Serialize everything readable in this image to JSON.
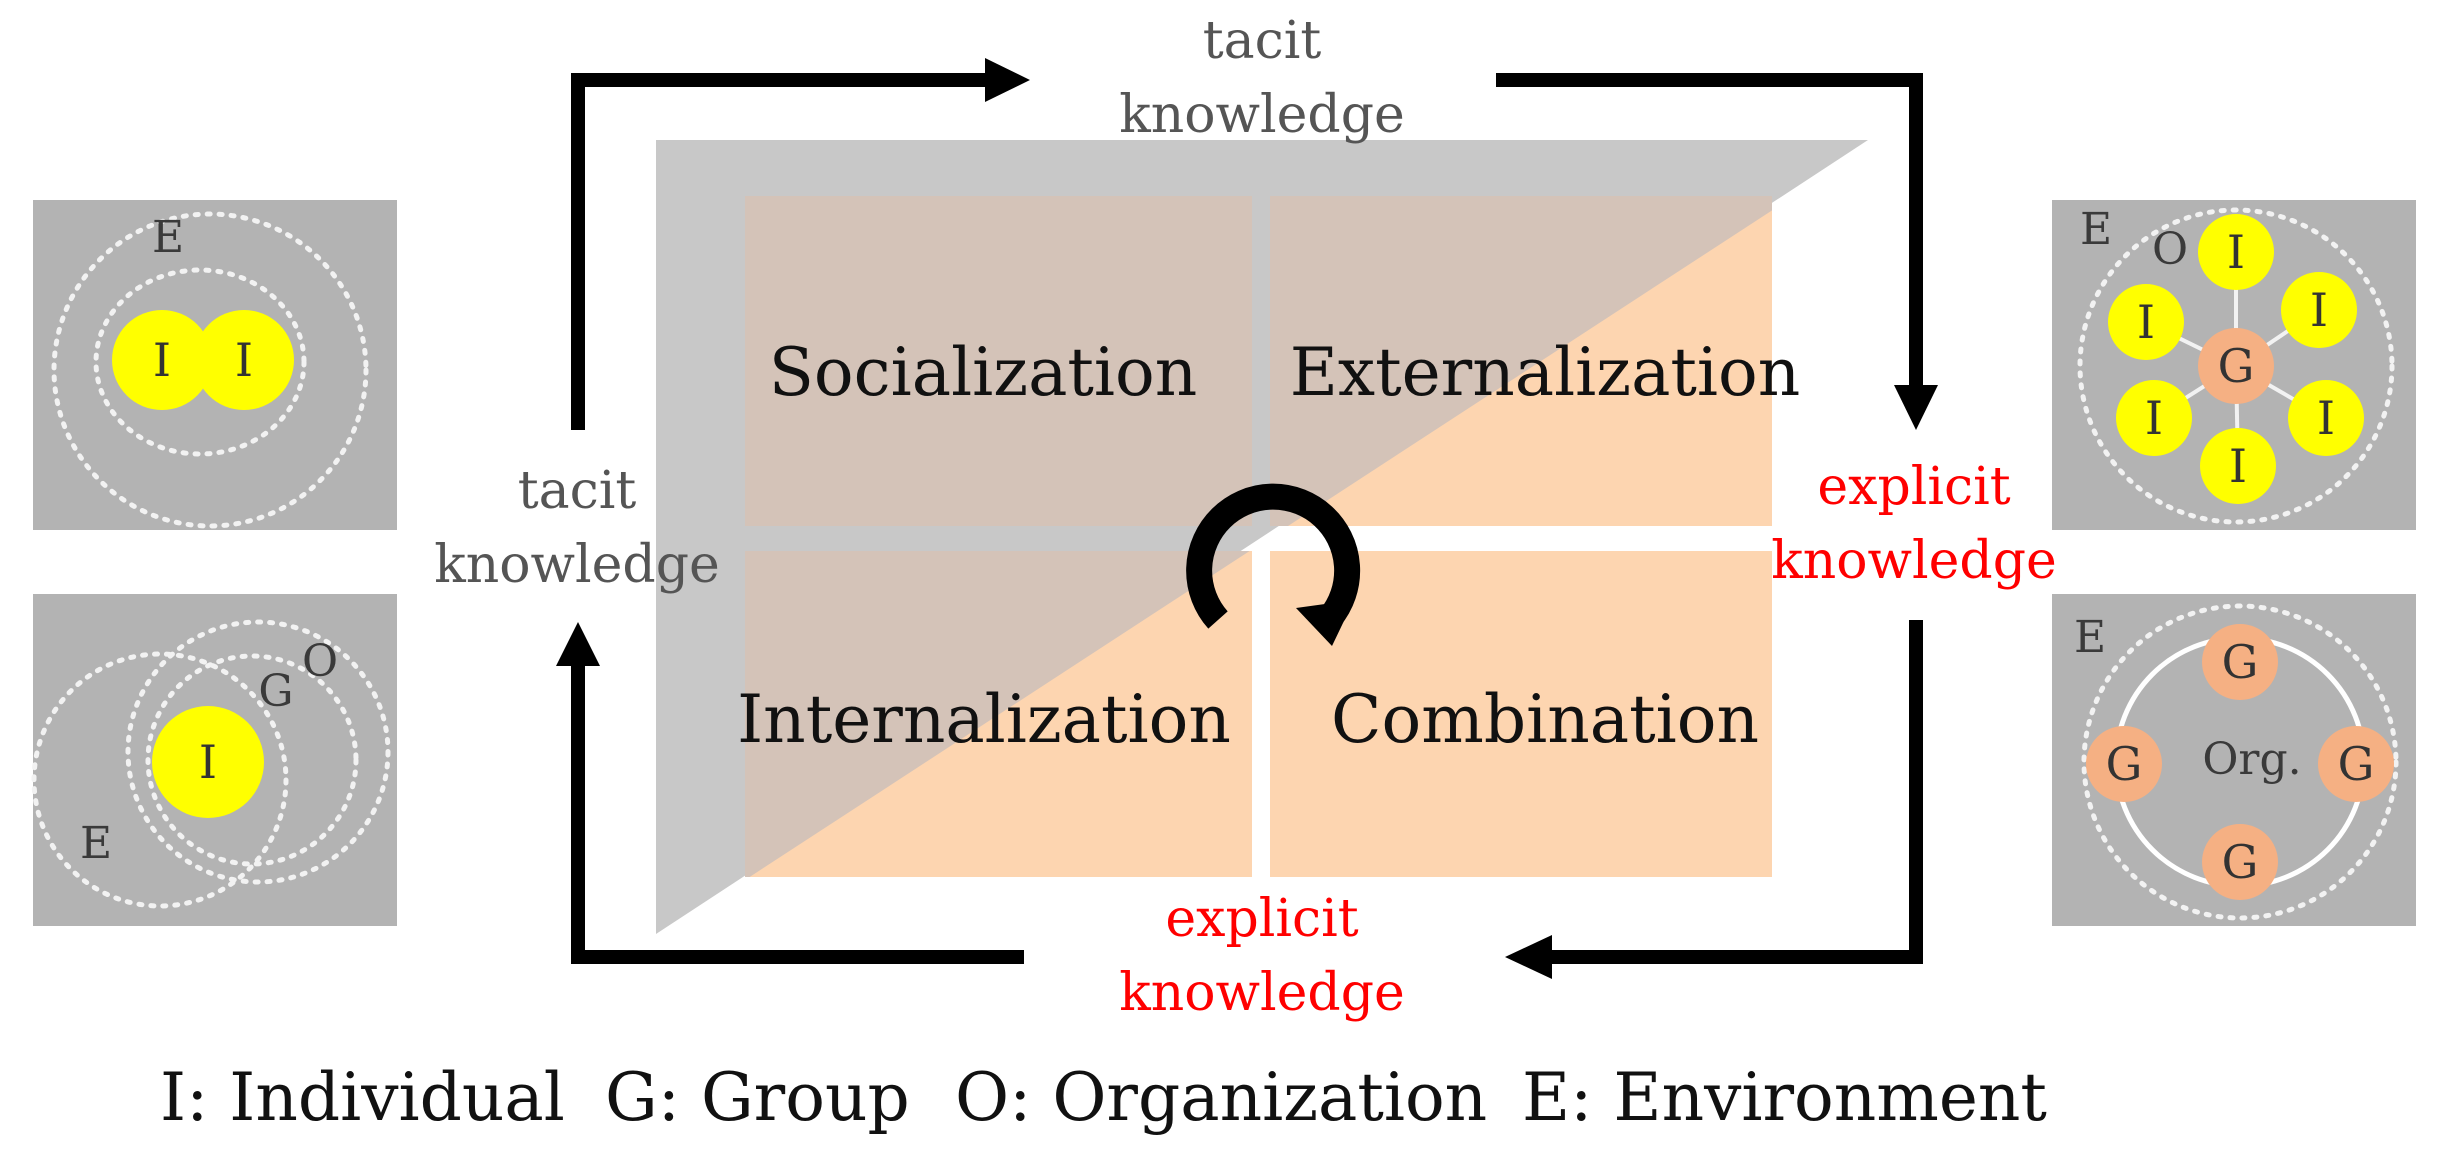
{
  "modes": {
    "socialization": "Socialization",
    "externalization": "Externalization",
    "internalization": "Internalization",
    "combination": "Combination"
  },
  "flow_labels": {
    "top": [
      "tacit",
      "knowledge"
    ],
    "left": [
      "tacit",
      "knowledge"
    ],
    "right": [
      "explicit",
      "knowledge"
    ],
    "bottom": [
      "explicit",
      "knowledge"
    ]
  },
  "panels": {
    "socialization": {
      "env": "E",
      "individuals": [
        "I",
        "I"
      ]
    },
    "externalization": {
      "env": "E",
      "org": "O",
      "group": "G",
      "individuals": [
        "I",
        "I",
        "I",
        "I",
        "I",
        "I"
      ]
    },
    "internalization": {
      "env": "E",
      "group": "G",
      "org": "O",
      "individual": "I"
    },
    "combination": {
      "env": "E",
      "org": "Org.",
      "groups": [
        "G",
        "G",
        "G",
        "G"
      ]
    }
  },
  "legend": {
    "individual": "I: Individual",
    "group": "G: Group",
    "organization": "O: Organization",
    "environment": "E: Environment"
  },
  "colors": {
    "tacit_gray": "#c8c8c8",
    "explicit_peach": "#fdd5b0",
    "overlap_brown": "#d4c3b8",
    "individual_yellow": "#ffff00",
    "group_orange": "#f5b083",
    "panel_gray": "#b3b3b3",
    "explicit_red": "#ff0000",
    "arrow_black": "#000000"
  },
  "icons": [
    "cycle-arrow-icon"
  ]
}
